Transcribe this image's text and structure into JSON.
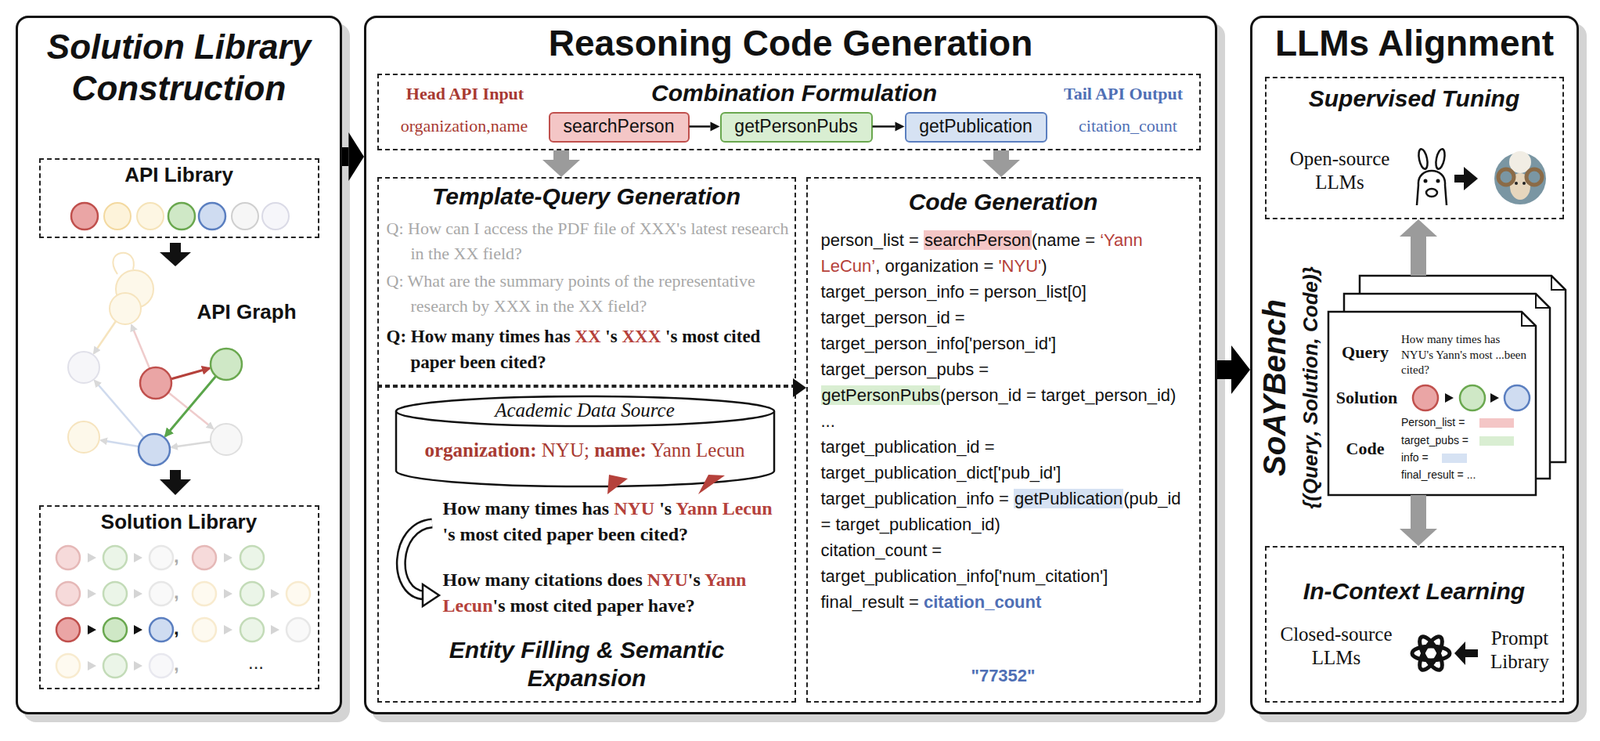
{
  "diagram": {
    "nodes": [
      {
        "text": [
          "Solution Library Construction"
        ]
      },
      {
        "text": [
          "API Library"
        ],
        "in": 0
      },
      {
        "text": [
          "Solution Library"
        ],
        "in": 0
      },
      {
        "text": [
          "Reasoning Code Generation"
        ]
      },
      {
        "text": [
          "Combination Formulation"
        ],
        "in": 3
      },
      {
        "text": [
          "searchPerson"
        ],
        "in": 4
      },
      {
        "text": [
          "getPersonPubs"
        ],
        "in": 4
      },
      {
        "text": [
          "getPublication"
        ],
        "in": 4
      },
      {
        "text": [
          "Template-Query Generation",
          "Q: How can I access the PDF file of XXX's latest research in the XX field?",
          "Q: What are the summary points of the representative research by XXX in the XX field?",
          "Q: How many times has XX 's XXX 's most cited paper been cited?"
        ],
        "in": 3
      },
      {
        "text": [
          "How many times has NYU 's Yann Lecun 's most cited paper been cited?",
          "How many citations does NYU's Yann Lecun's most cited paper have?",
          "Entity Filling & Semantic Expansion"
        ],
        "in": 3
      },
      {
        "text": [
          "Academic Data Source",
          "organization: NYU; name: Yann Lecun"
        ],
        "in": 9
      },
      {
        "text": [
          "Code Generation",
          "person_list = searchPerson(name = ‘Yann LeCun’, organization = 'NYU')",
          "target_person_info = person_list[0]",
          "target_person_id = target_person_info['person_id']",
          "target_person_pubs = getPersonPubs(person_id = target_person_id)",
          "...",
          "target_publication_id = target_publication_dict['pub_id']",
          "target_publication_info = getPublication(pub_id = target_publication_id)",
          "citation_count = target_publication_info['num_citation']",
          "final_result = citation_count",
          "\"77352\""
        ],
        "in": 3
      },
      {
        "text": [
          "LLMs Alignment"
        ]
      },
      {
        "text": [
          "Supervised Tuning",
          "Open-source LLMs"
        ],
        "in": 12
      },
      {
        "text": [
          "Query",
          "How many times has NYU's Yann's most ...been cited?",
          "Solution",
          "Code",
          "Person_list =",
          "target_pubs =",
          "info =",
          "final_result = ..."
        ],
        "in": 12
      },
      {
        "text": [
          "In-Context Learning",
          "Closed-source LLMs",
          "Prompt Library"
        ],
        "in": 12
      }
    ],
    "edges": [
      {
        "from": 0,
        "to": 3,
        "arrow": "to"
      },
      {
        "from": 4,
        "to": 8,
        "arrow": "to"
      },
      {
        "from": 4,
        "to": 11,
        "arrow": "to"
      },
      {
        "from": 5,
        "to": 6,
        "arrow": "to"
      },
      {
        "from": 6,
        "to": 7,
        "arrow": "to"
      },
      {
        "from": 3,
        "to": 12,
        "arrow": "to"
      },
      {
        "from": 14,
        "to": 13,
        "arrow": "to"
      },
      {
        "from": 14,
        "to": 15,
        "arrow": "to"
      }
    ],
    "labels": [
      "API Graph",
      ",",
      ",",
      ",",
      ",",
      "...",
      "Head API Input",
      "organization,name",
      "Tail API Output",
      "citation_count",
      "SoAYBench",
      "{(Query, Solution, Code)}"
    ]
  }
}
